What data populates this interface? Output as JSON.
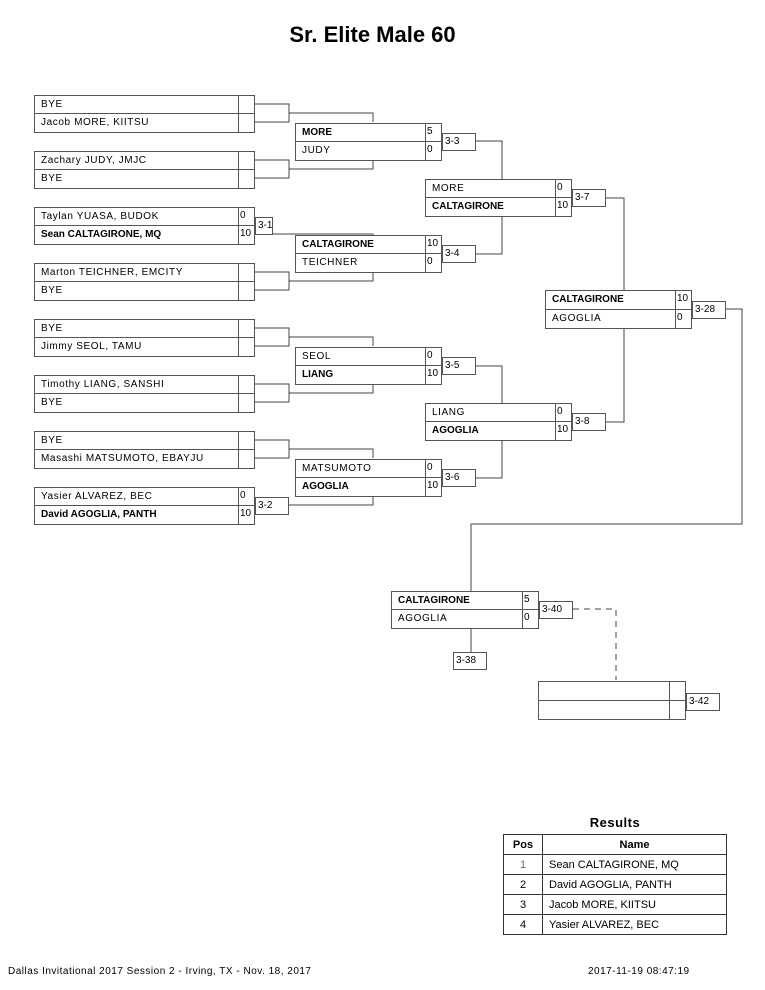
{
  "title": "Sr. Elite Male 60",
  "round1": [
    {
      "top": {
        "name": "BYE",
        "score": "",
        "winner": false
      },
      "bottom": {
        "name": "Jacob MORE, KIITSU",
        "score": "",
        "winner": false
      },
      "match": ""
    },
    {
      "top": {
        "name": "Zachary JUDY, JMJC",
        "score": "",
        "winner": false
      },
      "bottom": {
        "name": "BYE",
        "score": "",
        "winner": false
      },
      "match": ""
    },
    {
      "top": {
        "name": "Taylan YUASA, BUDOK",
        "score": "0",
        "winner": false
      },
      "bottom": {
        "name": "Sean CALTAGIRONE, MQ",
        "score": "10",
        "winner": true
      },
      "match": "3-1"
    },
    {
      "top": {
        "name": "Marton TEICHNER, EMCITY",
        "score": "",
        "winner": false
      },
      "bottom": {
        "name": "BYE",
        "score": "",
        "winner": false
      },
      "match": ""
    },
    {
      "top": {
        "name": "BYE",
        "score": "",
        "winner": false
      },
      "bottom": {
        "name": "Jimmy SEOL, TAMU",
        "score": "",
        "winner": false
      },
      "match": ""
    },
    {
      "top": {
        "name": "Timothy LIANG, SANSHI",
        "score": "",
        "winner": false
      },
      "bottom": {
        "name": "BYE",
        "score": "",
        "winner": false
      },
      "match": ""
    },
    {
      "top": {
        "name": "BYE",
        "score": "",
        "winner": false
      },
      "bottom": {
        "name": "Masashi MATSUMOTO, EBAYJU",
        "score": "",
        "winner": false
      },
      "match": ""
    },
    {
      "top": {
        "name": "Yasier ALVAREZ, BEC",
        "score": "0",
        "winner": false
      },
      "bottom": {
        "name": "David AGOGLIA, PANTH",
        "score": "10",
        "winner": true
      },
      "match": "3-2"
    }
  ],
  "round2": [
    {
      "top": {
        "name": "MORE",
        "score": "5",
        "winner": true
      },
      "bottom": {
        "name": "JUDY",
        "score": "0",
        "winner": false
      },
      "match": "3-3"
    },
    {
      "top": {
        "name": "CALTAGIRONE",
        "score": "10",
        "winner": true
      },
      "bottom": {
        "name": "TEICHNER",
        "score": "0",
        "winner": false
      },
      "match": "3-4"
    },
    {
      "top": {
        "name": "SEOL",
        "score": "0",
        "winner": false
      },
      "bottom": {
        "name": "LIANG",
        "score": "10",
        "winner": true
      },
      "match": "3-5"
    },
    {
      "top": {
        "name": "MATSUMOTO",
        "score": "0",
        "winner": false
      },
      "bottom": {
        "name": "AGOGLIA",
        "score": "10",
        "winner": true
      },
      "match": "3-6"
    }
  ],
  "round3": [
    {
      "top": {
        "name": "MORE",
        "score": "0",
        "winner": false
      },
      "bottom": {
        "name": "CALTAGIRONE",
        "score": "10",
        "winner": true
      },
      "match": "3-7"
    },
    {
      "top": {
        "name": "LIANG",
        "score": "0",
        "winner": false
      },
      "bottom": {
        "name": "AGOGLIA",
        "score": "10",
        "winner": true
      },
      "match": "3-8"
    }
  ],
  "final": {
    "top": {
      "name": "CALTAGIRONE",
      "score": "10",
      "winner": true
    },
    "bottom": {
      "name": "AGOGLIA",
      "score": "0",
      "winner": false
    },
    "match": "3-28"
  },
  "second_final": {
    "top": {
      "name": "CALTAGIRONE",
      "score": "5",
      "winner": true
    },
    "bottom": {
      "name": "AGOGLIA",
      "score": "0",
      "winner": false
    },
    "match": "3-40",
    "loser_tag": "3-38"
  },
  "third_final": {
    "top": {
      "name": "",
      "score": ""
    },
    "bottom": {
      "name": "",
      "score": ""
    },
    "match": "3-42"
  },
  "results": {
    "title": "Results",
    "headers": {
      "pos": "Pos",
      "name": "Name"
    },
    "rows": [
      {
        "pos": "1",
        "name": "Sean CALTAGIRONE, MQ"
      },
      {
        "pos": "2",
        "name": "David AGOGLIA, PANTH"
      },
      {
        "pos": "3",
        "name": "Jacob MORE, KIITSU"
      },
      {
        "pos": "4",
        "name": "Yasier ALVAREZ, BEC"
      }
    ]
  },
  "footer": {
    "event": "Dallas Invitational 2017 Session 2 - Irving, TX - Nov. 18, 2017",
    "timestamp": "2017-11-19 08:47:19"
  }
}
